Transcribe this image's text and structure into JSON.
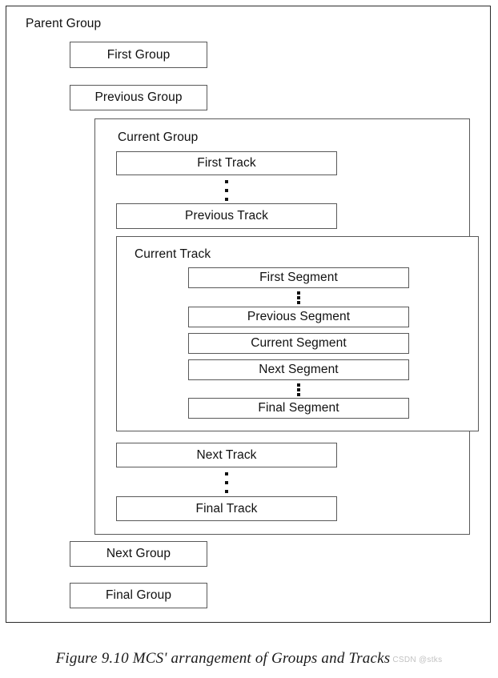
{
  "figure": {
    "caption": "Figure 9.10  MCS' arrangement of Groups and Tracks",
    "watermark": "CSDN @stks"
  },
  "colors": {
    "outer_border": "#2b2b2b",
    "box_border": "#595959",
    "text": "#111111",
    "background": "#ffffff",
    "watermark": "#c2c2c2"
  },
  "diagram": {
    "parent_group": {
      "label": "Parent Group",
      "groups_before": [
        {
          "label": "First Group"
        },
        {
          "label": "Previous Group"
        }
      ],
      "current_group": {
        "label": "Current Group",
        "tracks_before": [
          {
            "label": "First Track"
          },
          {
            "label": "Previous Track"
          }
        ],
        "current_track": {
          "label": "Current Track",
          "segments": [
            {
              "label": "First Segment"
            },
            {
              "label": "Previous Segment"
            },
            {
              "label": "Current Segment"
            },
            {
              "label": "Next Segment"
            },
            {
              "label": "Final Segment"
            }
          ]
        },
        "tracks_after": [
          {
            "label": "Next Track"
          },
          {
            "label": "Final Track"
          }
        ]
      },
      "groups_after": [
        {
          "label": "Next Group"
        },
        {
          "label": "Final Group"
        }
      ]
    }
  }
}
